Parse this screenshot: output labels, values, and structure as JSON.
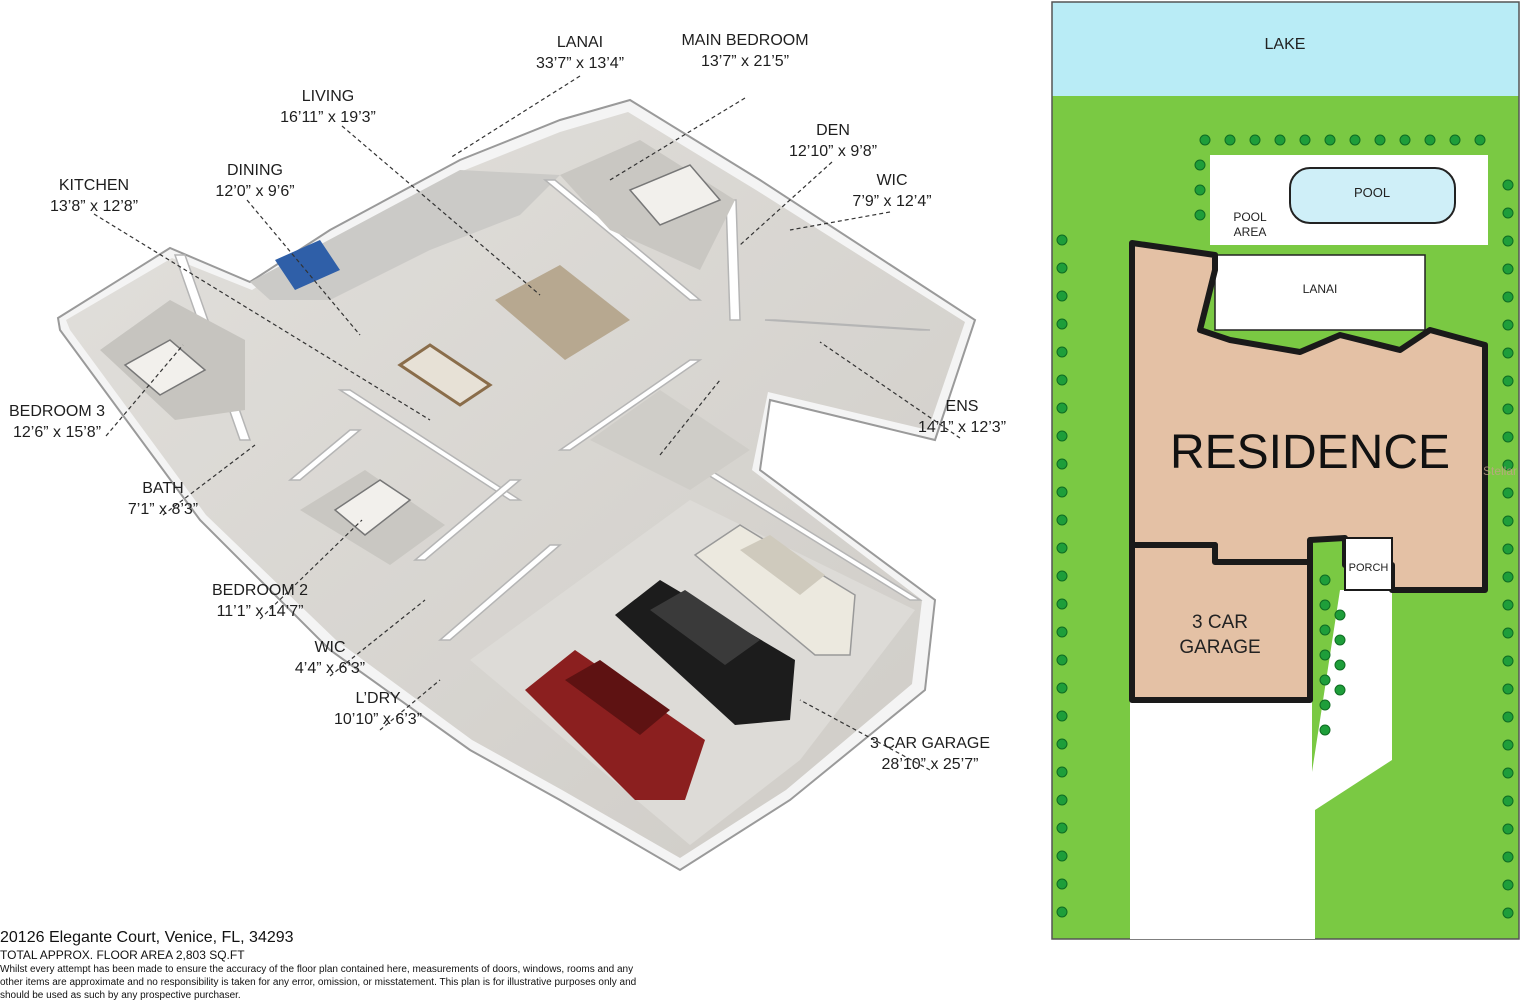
{
  "plan": {
    "labels": [
      {
        "name": "LANAI",
        "dim": "33’7” x 13’4”"
      },
      {
        "name": "MAIN BEDROOM",
        "dim": "13’7” x 21’5”"
      },
      {
        "name": "LIVING",
        "dim": "16’11” x 19’3”"
      },
      {
        "name": "DEN",
        "dim": "12’10” x 9’8”"
      },
      {
        "name": "WIC",
        "dim": "7’9” x 12’4”"
      },
      {
        "name": "DINING",
        "dim": "12’0” x 9’6”"
      },
      {
        "name": "KITCHEN",
        "dim": "13’8” x 12’8”"
      },
      {
        "name": "BEDROOM 3",
        "dim": "12’6” x 15’8”"
      },
      {
        "name": "ENS",
        "dim": "14’1” x 12’3”"
      },
      {
        "name": "BATH",
        "dim": "7’1” x 8’3”"
      },
      {
        "name": "BEDROOM 2",
        "dim": "11’1” x 14’7”"
      },
      {
        "name": "WIC",
        "dim": "4’4” x 6’3”"
      },
      {
        "name": "L’DRY",
        "dim": "10’10” x 6’3”"
      },
      {
        "name": "3 CAR GARAGE",
        "dim": "28’10” x 25’7”"
      }
    ]
  },
  "footer": {
    "address": "20126 Elegante Court, Venice, FL, 34293",
    "area": "TOTAL APPROX. FLOOR AREA 2,803 SQ.FT",
    "disclaimer": "Whilst every attempt has been made to ensure the accuracy of the floor plan contained here, measurements of doors, windows, rooms and any other items are approximate and no responsibility is taken for any error, omission, or misstatement. This plan is for illustrative purposes only and should be used as such by any prospective purchaser."
  },
  "site": {
    "lake": "LAKE",
    "pool": "POOL",
    "pool_area": "POOL AREA",
    "lanai": "LANAI",
    "residence": "RESIDENCE",
    "porch": "PORCH",
    "garage": "3 CAR GARAGE",
    "watermark": "Stellar"
  },
  "colors": {
    "lake": "#b9ecf6",
    "lawn": "#7ac943",
    "hedge": "#1e9e3a",
    "residence": "#e4c1a5",
    "wall": "#1a1a1a",
    "floor": "#d9d7d3",
    "wall_3d": "#ffffff",
    "car_red": "#8b1f1f",
    "car_black": "#1c1c1c",
    "car_white": "#ece9df"
  }
}
